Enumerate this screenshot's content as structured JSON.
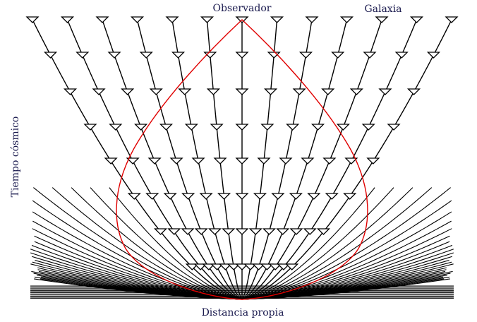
{
  "labels": {
    "observer": "Observador",
    "galaxy": "Galaxia",
    "time_axis": "Tiempo cósmico",
    "distance_axis": "Distancia propia"
  },
  "colors": {
    "worldlines": "#000000",
    "light_cone": "#e00000",
    "text": "#1a1a4e",
    "background": "#ffffff"
  },
  "diagram": {
    "description_type": "comoving worldlines with past light cone",
    "worldline_count": 13,
    "time_levels": 8,
    "marker": "triangle-down"
  }
}
